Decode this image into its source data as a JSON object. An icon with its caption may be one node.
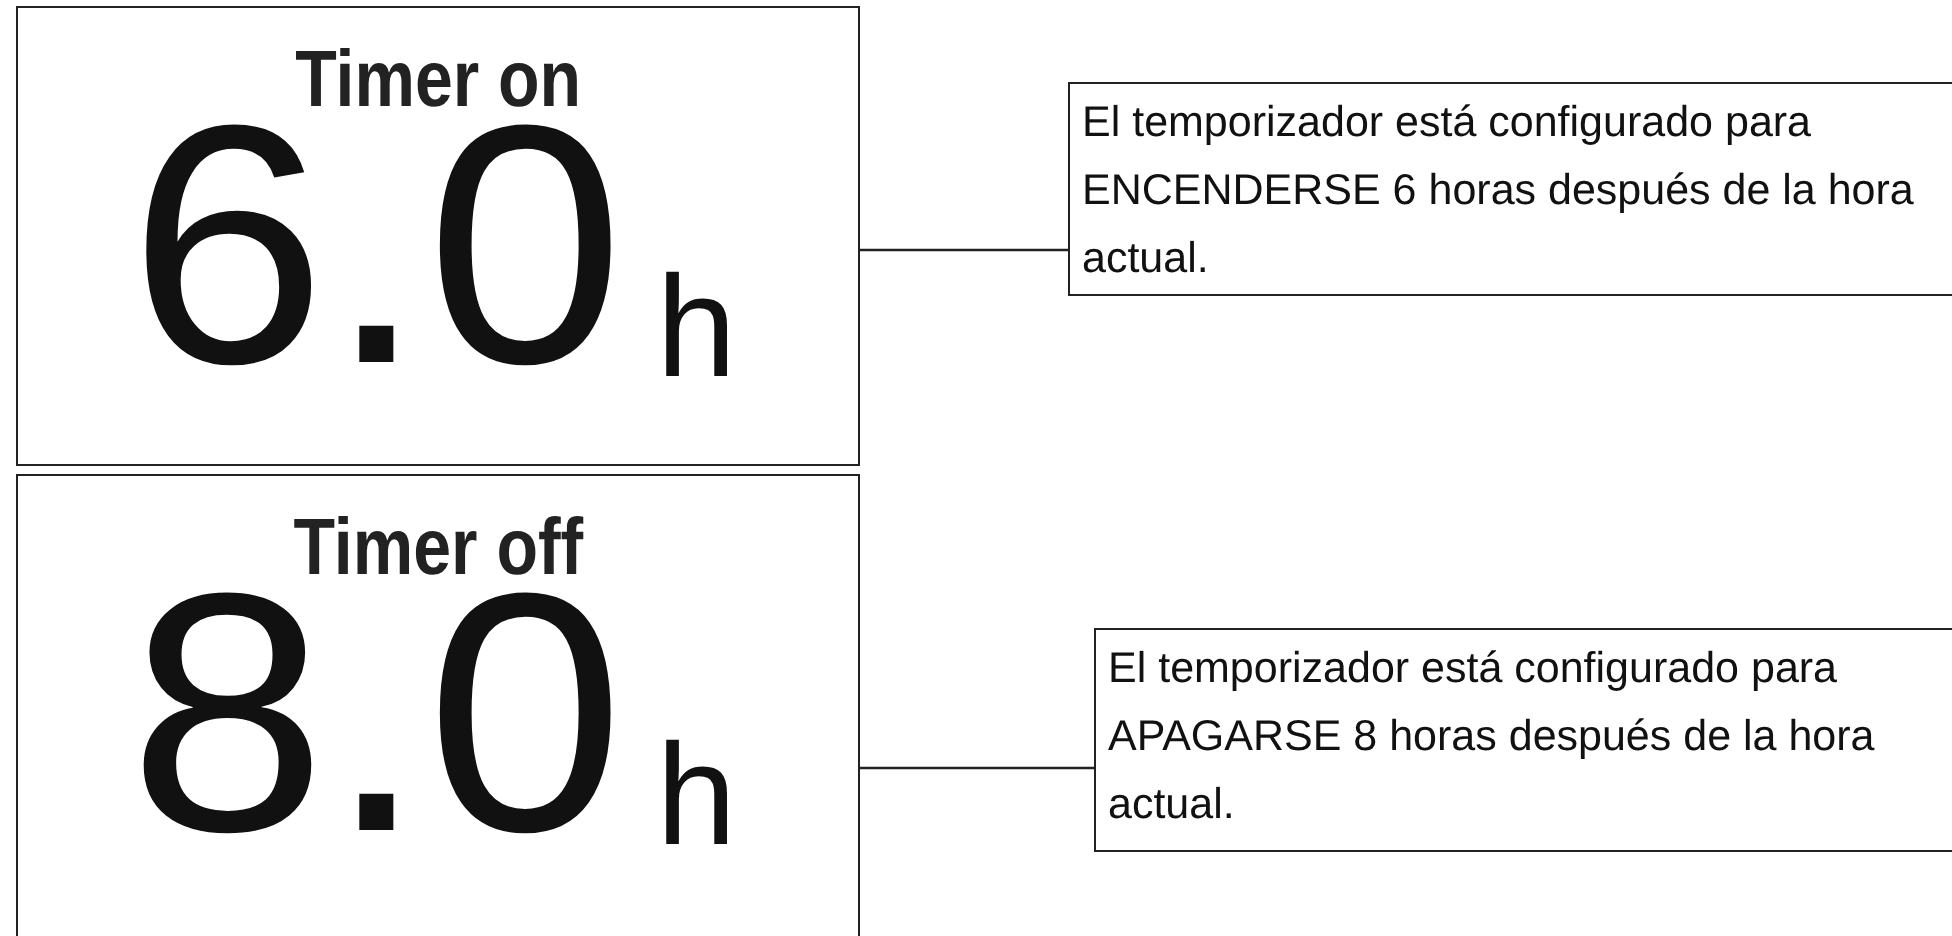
{
  "diagram": {
    "nodes": [
      {
        "text": [
          "Timer on",
          "6.0",
          "h"
        ]
      },
      {
        "text": [
          "El temporizador está configurado para ENCENDERSE 6 horas después de la hora actual."
        ]
      },
      {
        "text": [
          "Timer off",
          "8.0",
          "h"
        ]
      },
      {
        "text": [
          "El temporizador está configurado para APAGARSE 8 horas después de la hora actual."
        ]
      }
    ],
    "edges": [
      {
        "from": 0,
        "to": 1,
        "arrow": "none"
      },
      {
        "from": 2,
        "to": 3,
        "arrow": "none"
      }
    ]
  }
}
